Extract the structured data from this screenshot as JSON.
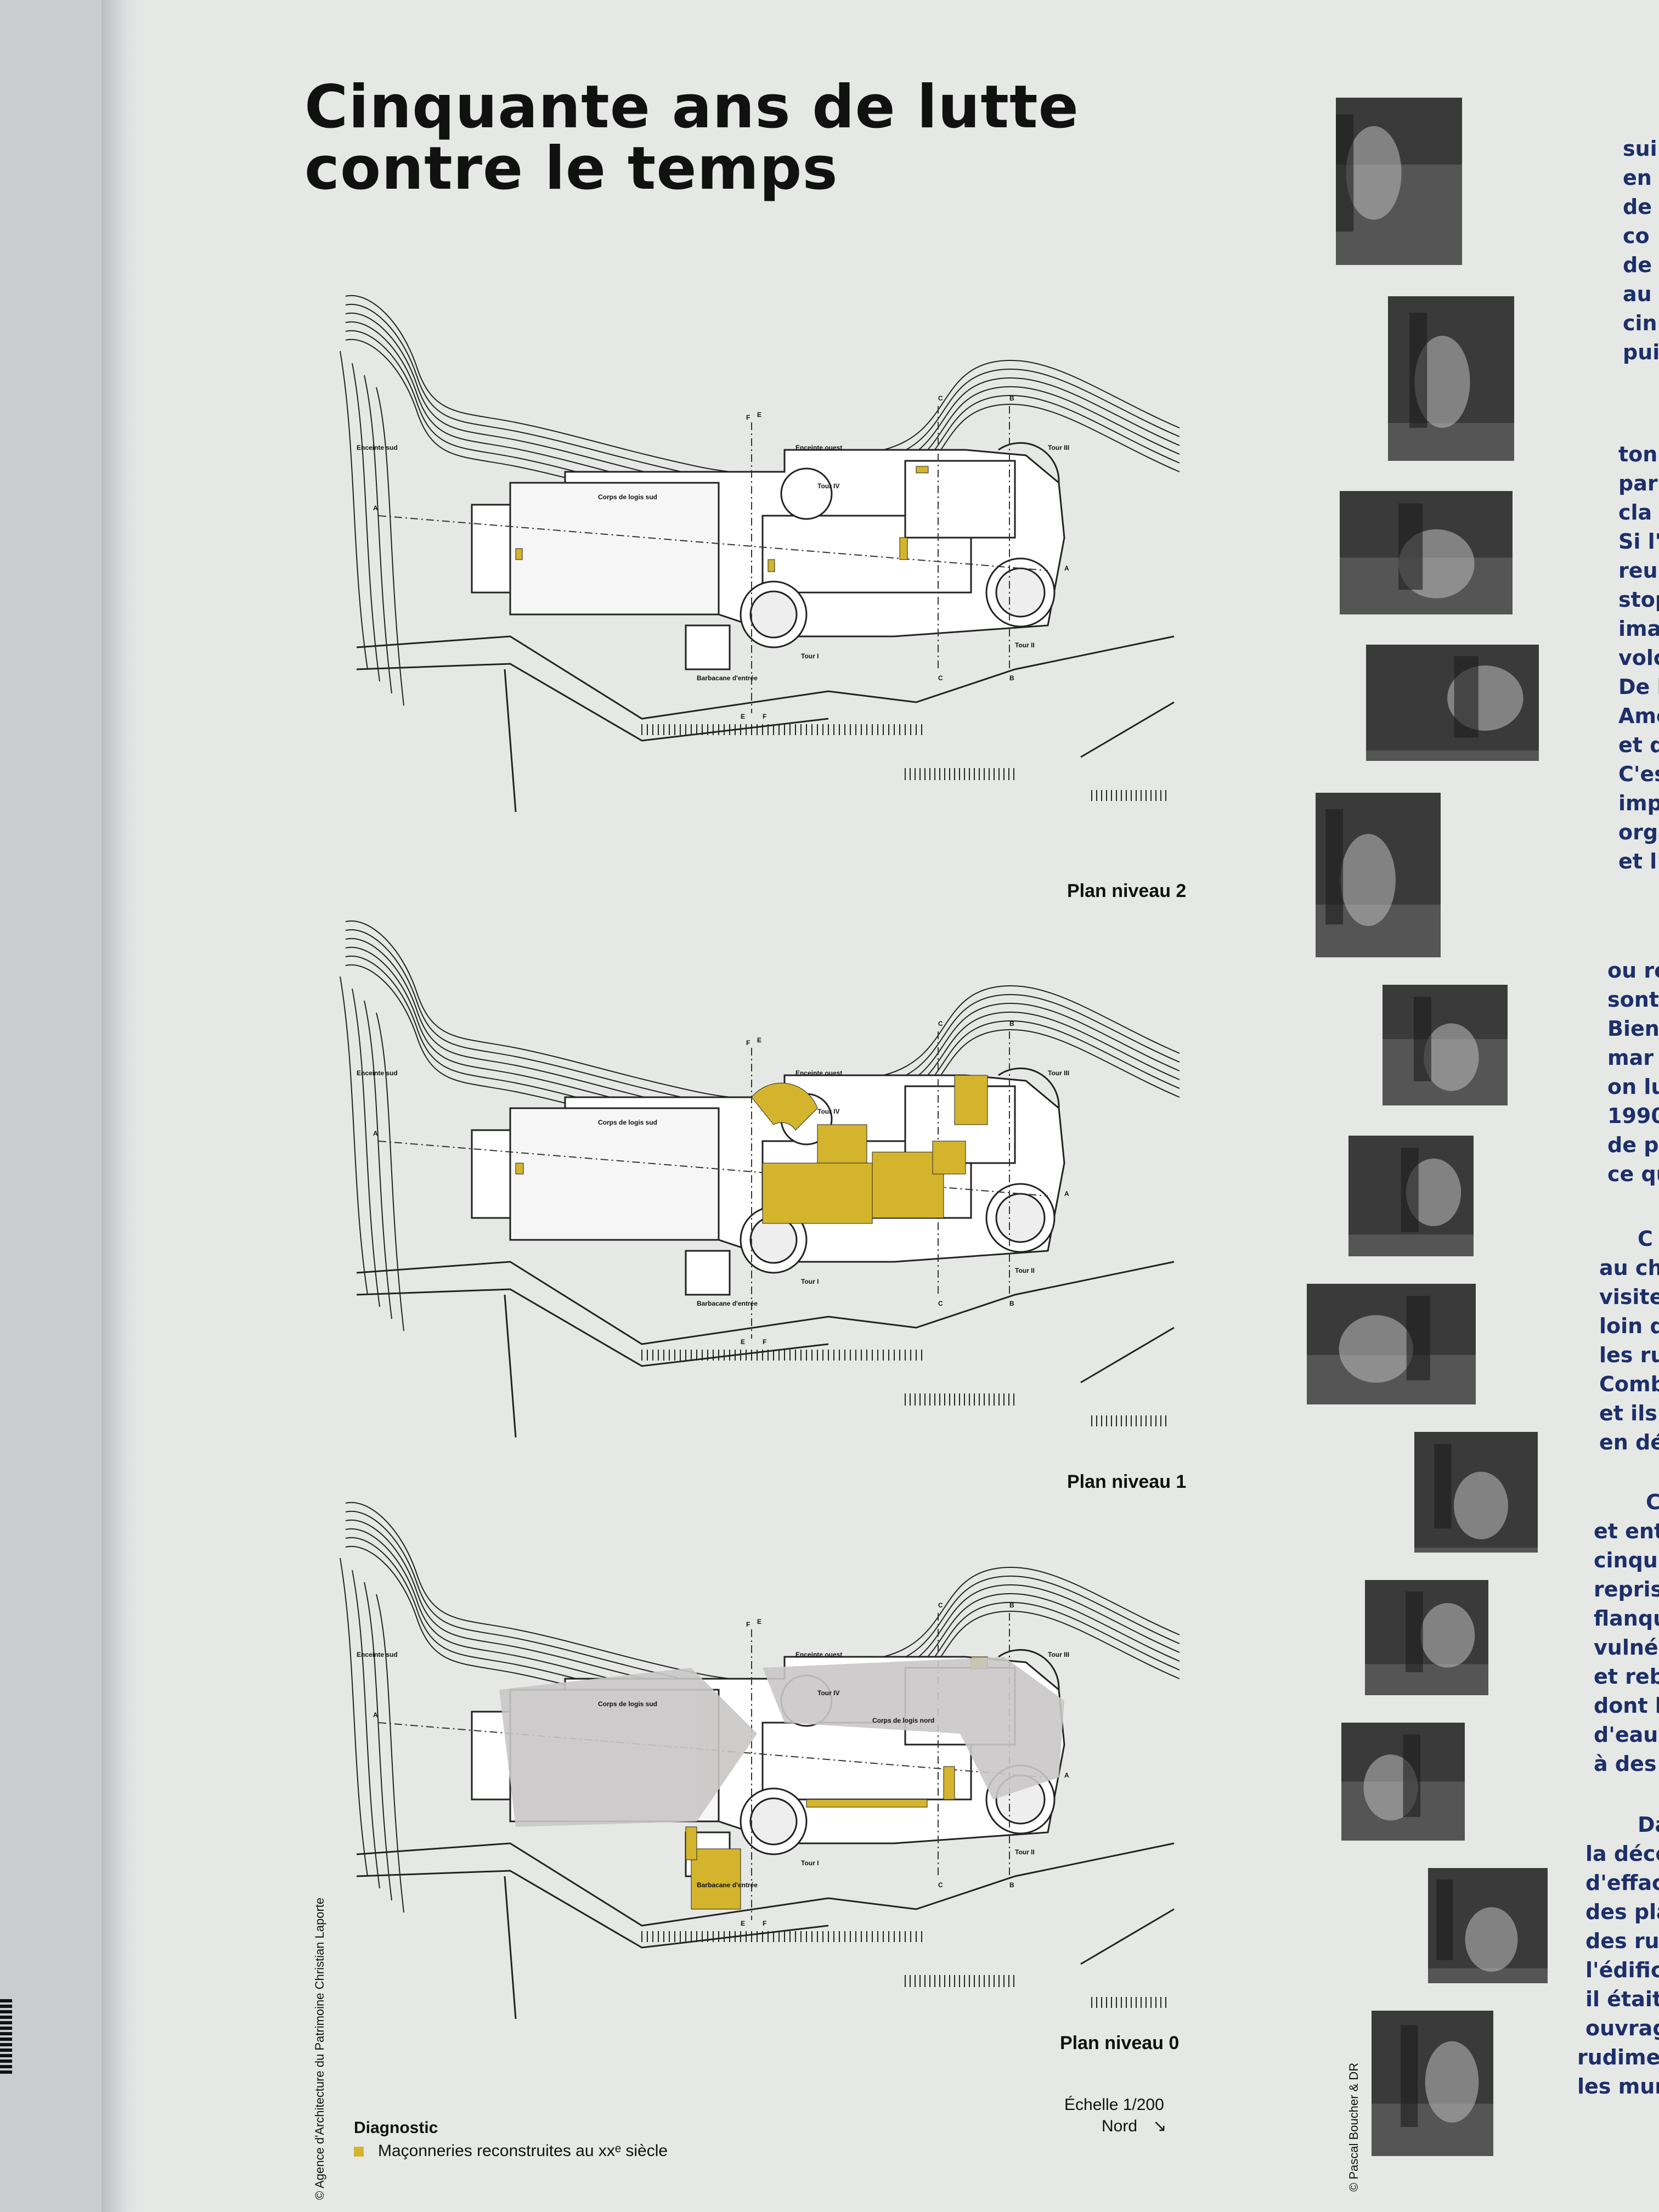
{
  "title_lines": [
    "Cinquante ans de lutte",
    "contre le temps"
  ],
  "plans": [
    {
      "label": "Plan niveau 2",
      "rooms": {
        "enceinte_sud": "Enceinte sud",
        "enceinte_ouest": "Enceinte ouest",
        "corps_sud": "Corps de logis sud",
        "tour_iv": "Tour IV",
        "tour_iii": "Tour III",
        "tour_ii": "Tour II",
        "tour_i": "Tour I",
        "barbacane": "Barbacane d'entrée"
      }
    },
    {
      "label": "Plan niveau 1",
      "rooms": {
        "enceinte_sud": "Enceinte sud",
        "enceinte_ouest": "Enceinte ouest",
        "corps_sud": "Corps de logis sud",
        "tour_iv": "Tour IV",
        "tour_iii": "Tour III",
        "tour_ii": "Tour II",
        "tour_i": "Tour I",
        "barbacane": "Barbacane d'entrée"
      }
    },
    {
      "label": "Plan niveau 0",
      "rooms": {
        "enceinte_sud": "Enceinte sud",
        "enceinte_ouest": "Enceinte ouest",
        "corps_sud": "Corps de logis sud",
        "corps_nord": "Corps de logis nord",
        "tour_iv": "Tour IV",
        "tour_iii": "Tour III",
        "tour_ii": "Tour II",
        "tour_i": "Tour I",
        "barbacane": "Barbacane d'entrée"
      }
    }
  ],
  "section_markers": {
    "a": "A",
    "b": "B",
    "c": "C",
    "e": "E",
    "f": "F"
  },
  "credits": {
    "plans": "© Agence d'Architecture du Patrimoine Christian Laporte",
    "photos": "© Pascal Boucher & DR"
  },
  "legend": {
    "title": "Diagnostic",
    "item": "Maçonneries reconstruites au xxᵉ siècle"
  },
  "scale": "Échelle 1/200",
  "north": "Nord",
  "north_arrow": "↘",
  "colors": {
    "reconstructed": "#d4b42c",
    "panel": "#e6e8e6",
    "text": "#111111",
    "side_text": "#1c2f6b"
  },
  "side_text_fragments": [
    "sui",
    "en",
    "de",
    "co",
    "de",
    "au",
    "cin",
    "pui",
    "ton",
    "par",
    "cla",
    "Si l'",
    "reu",
    "stop",
    "ima",
    "volc",
    "De l",
    "Ame",
    "et d",
    "C'es",
    "imp",
    "orga",
    "et l'",
    "ou re",
    "sont",
    "Bien",
    "mar",
    "on lu",
    "1990",
    "de pa",
    "ce qu",
    "C",
    "au ch",
    "visite",
    "loin d",
    "les ru",
    "Comb",
    "et ils",
    "en dé",
    "C",
    "et ent",
    "cinqu",
    "repris",
    "flanqu",
    "vulnér",
    "et reb",
    "dont l'",
    "d'eau d",
    "à des l",
    "Da",
    "la déce",
    "d'effac",
    "des pla",
    "des rui",
    "l'édifice",
    "il était",
    "ouvrage",
    "rudime",
    "les mur"
  ]
}
